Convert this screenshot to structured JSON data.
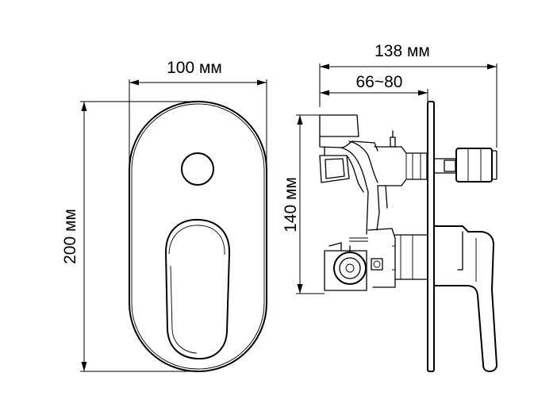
{
  "dimensions": {
    "front_width": "100 мм",
    "front_height": "200 мм",
    "side_total_depth": "138 мм",
    "side_install_depth": "66~80",
    "side_body_height": "140 мм"
  }
}
